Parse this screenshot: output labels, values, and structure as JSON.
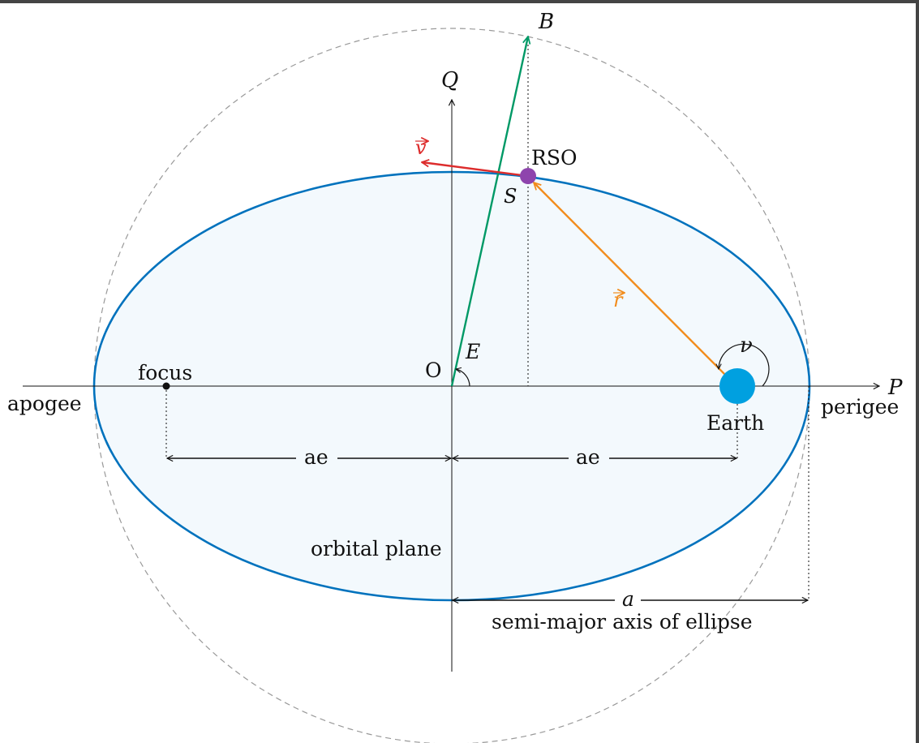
{
  "labels": {
    "B": "B",
    "Q": "Q",
    "P": "P",
    "v": "v",
    "r": "r",
    "rso": "RSO",
    "S": "S",
    "O": "O",
    "E": "E",
    "nu": "ν",
    "focus": "focus",
    "apogee": "apogee",
    "perigee": "perigee",
    "earth": "Earth",
    "ae_left": "ae",
    "ae_right": "ae",
    "orbital_plane": "orbital plane",
    "a": "a",
    "semi_major": "semi-major axis of ellipse"
  },
  "colors": {
    "ellipse_stroke": "#0072bd",
    "ellipse_fill": "#f3f9fd",
    "green_vector": "#009966",
    "orange_vector": "#f28c1c",
    "red_vector": "#dd2c2c",
    "rso_dot": "#8e44ad",
    "earth": "#00a0e0",
    "aux_circle": "#999999",
    "window_border": "#444444"
  },
  "icons": {
    "earth": "filled-circle",
    "rso": "filled-circle",
    "focus": "dot"
  }
}
